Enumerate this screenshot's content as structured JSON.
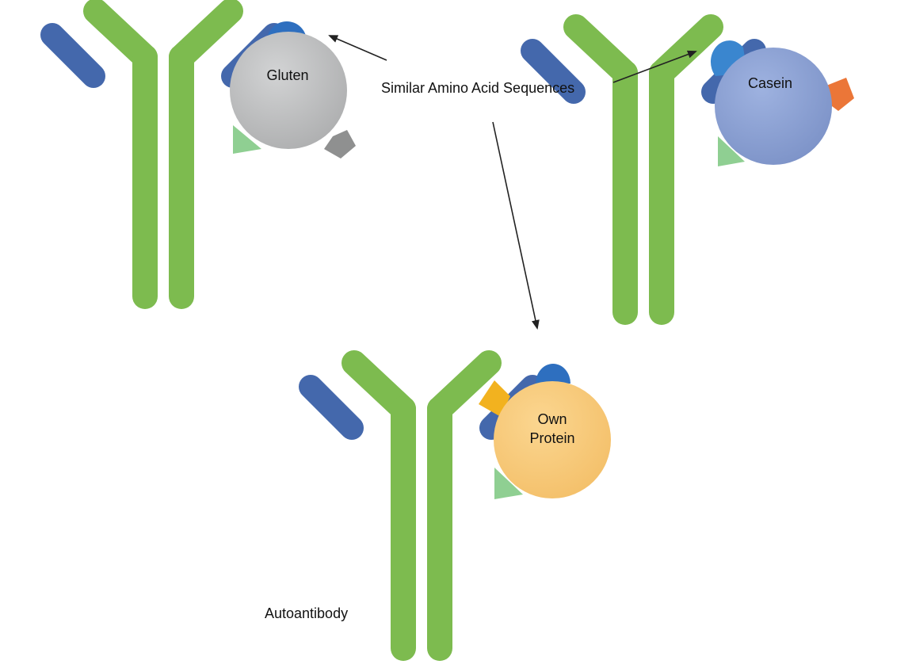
{
  "caption": "Similar Amino Acid Sequences",
  "antigens": {
    "gluten": {
      "label": "Gluten"
    },
    "casein": {
      "label": "Casein"
    },
    "own_protein": {
      "label_line1": "Own",
      "label_line2": "Protein"
    }
  },
  "antibody_label": "Autoantibody",
  "colors": {
    "heavy_chain": "#7dbb4f",
    "light_chain": "#4468ac",
    "epitope_shared": "#2e6fbf",
    "binding_site": "#8fcf92",
    "gluten_body": "#c2c3c4",
    "gluten_tag": "#8f9090",
    "casein_body": "#8ea4d6",
    "casein_tag": "#eb7638",
    "own_protein_body": "#f9cc7e",
    "own_protein_tag": "#f2b21f",
    "arrow": "#222222"
  }
}
